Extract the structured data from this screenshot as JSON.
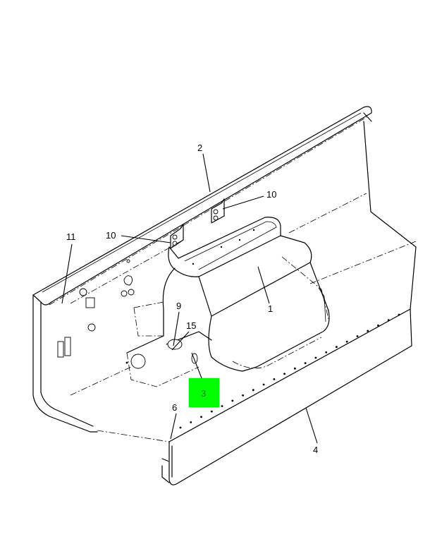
{
  "callouts": {
    "c1": "1",
    "c2": "2",
    "c3": "3",
    "c4": "4",
    "c6": "6",
    "c9": "9",
    "c10a": "10",
    "c10b": "10",
    "c11": "11",
    "c15": "15"
  },
  "highlight": {
    "color": "#00ff00",
    "label": "3"
  }
}
